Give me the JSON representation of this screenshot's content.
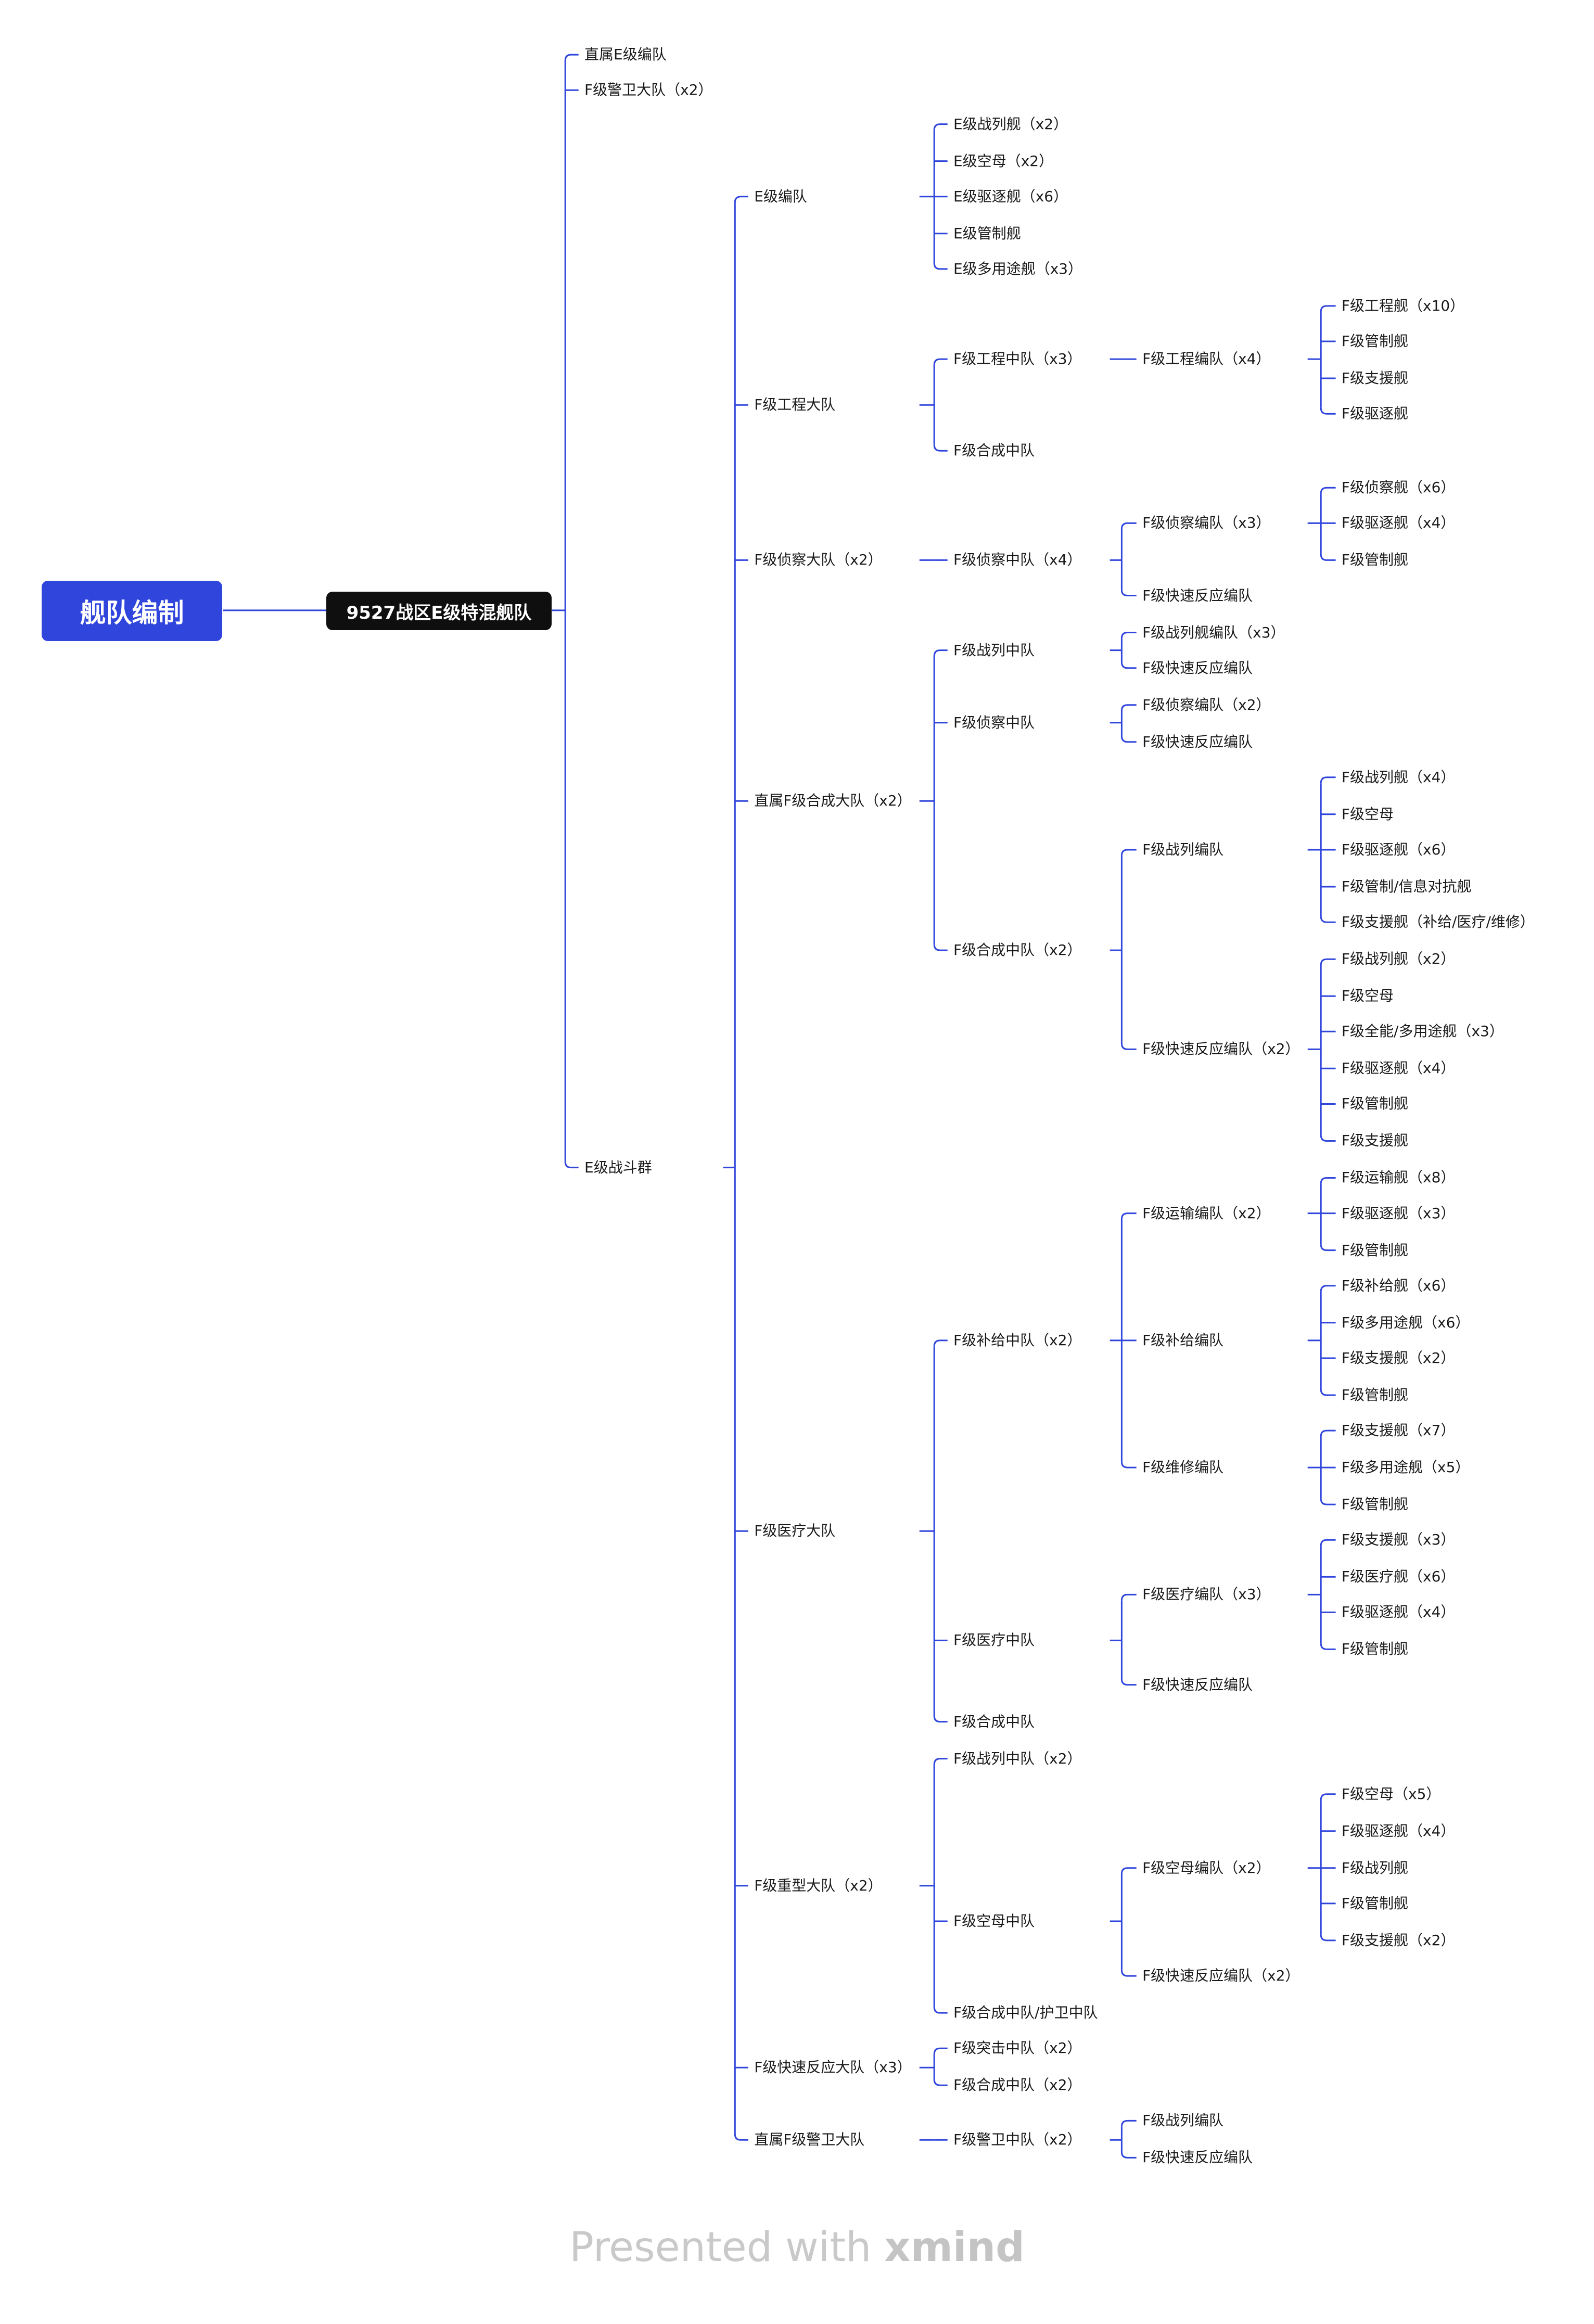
{
  "root": "舰队编制",
  "main": "9527战区E级特混舰队",
  "l1": {
    "direct": "直属E级编队",
    "guard": "F级警卫大队（x2）",
    "battle": "E级战斗群"
  },
  "eFleet": {
    "label": "E级编队",
    "items": [
      "E级战列舰（x2）",
      "E级空母（x2）",
      "E级驱逐舰（x6）",
      "E级管制舰",
      "E级多用途舰（x3）"
    ]
  },
  "eng": {
    "label": "F级工程大队",
    "sq": "F级工程中队（x3）",
    "fl": "F级工程编队（x4）",
    "items": [
      "F级工程舰（x10）",
      "F级管制舰",
      "F级支援舰",
      "F级驱逐舰"
    ],
    "comp": "F级合成中队"
  },
  "recon": {
    "label": "F级侦察大队（x2）",
    "sq": "F级侦察中队（x4）",
    "fl": "F级侦察编队（x3）",
    "items": [
      "F级侦察舰（x6）",
      "F级驱逐舰（x4）",
      "F级管制舰"
    ],
    "rr": "F级快速反应编队"
  },
  "comb": {
    "label": "直属F级合成大队（x2）",
    "bsq": "F级战列中队",
    "bsq_items": [
      "F级战列舰编队（x3）",
      "F级快速反应编队"
    ],
    "rsq": "F级侦察中队",
    "rsq_items": [
      "F级侦察编队（x2）",
      "F级快速反应编队"
    ],
    "csq": "F级合成中队（x2）",
    "bfl": "F级战列编队",
    "bfl_items": [
      "F级战列舰（x4）",
      "F级空母",
      "F级驱逐舰（x6）",
      "F级管制/信息对抗舰",
      "F级支援舰（补给/医疗/维修）"
    ],
    "rfl": "F级快速反应编队（x2）",
    "rfl_items": [
      "F级战列舰（x2）",
      "F级空母",
      "F级全能/多用途舰（x3）",
      "F级驱逐舰（x4）",
      "F级管制舰",
      "F级支援舰"
    ]
  },
  "med": {
    "label": "F级医疗大队",
    "ssq": "F级补给中队（x2）",
    "tfl": "F级运输编队（x2）",
    "tfl_items": [
      "F级运输舰（x8）",
      "F级驱逐舰（x3）",
      "F级管制舰"
    ],
    "sfl": "F级补给编队",
    "sfl_items": [
      "F级补给舰（x6）",
      "F级多用途舰（x6）",
      "F级支援舰（x2）",
      "F级管制舰"
    ],
    "mfl": "F级维修编队",
    "mfl_items": [
      "F级支援舰（x7）",
      "F级多用途舰（x5）",
      "F级管制舰"
    ],
    "msq": "F级医疗中队",
    "medfl": "F级医疗编队（x3）",
    "medfl_items": [
      "F级支援舰（x3）",
      "F级医疗舰（x6）",
      "F级驱逐舰（x4）",
      "F级管制舰"
    ],
    "rr": "F级快速反应编队",
    "comp": "F级合成中队"
  },
  "heavy": {
    "label": "F级重型大队（x2）",
    "bsq": "F级战列中队（x2）",
    "csq": "F级空母中队",
    "cfl": "F级空母编队（x2）",
    "cfl_items": [
      "F级空母（x5）",
      "F级驱逐舰（x4）",
      "F级战列舰",
      "F级管制舰",
      "F级支援舰（x2）"
    ],
    "rr": "F级快速反应编队（x2）",
    "esc": "F级合成中队/护卫中队"
  },
  "rapid": {
    "label": "F级快速反应大队（x3）",
    "items": [
      "F级突击中队（x2）",
      "F级合成中队（x2）"
    ]
  },
  "dguard": {
    "label": "直属F级警卫大队",
    "sq": "F级警卫中队（x2）",
    "items": [
      "F级战列编队",
      "F级快速反应编队"
    ]
  },
  "footer": {
    "prefix": "Presented with",
    "brand": "xmind"
  },
  "colors": {
    "line": "#2f45dc",
    "root_bg": "#2f45dc",
    "main_bg": "#0f0f0f",
    "text": "#1a1a1a",
    "footer": "#c9c9c9"
  }
}
